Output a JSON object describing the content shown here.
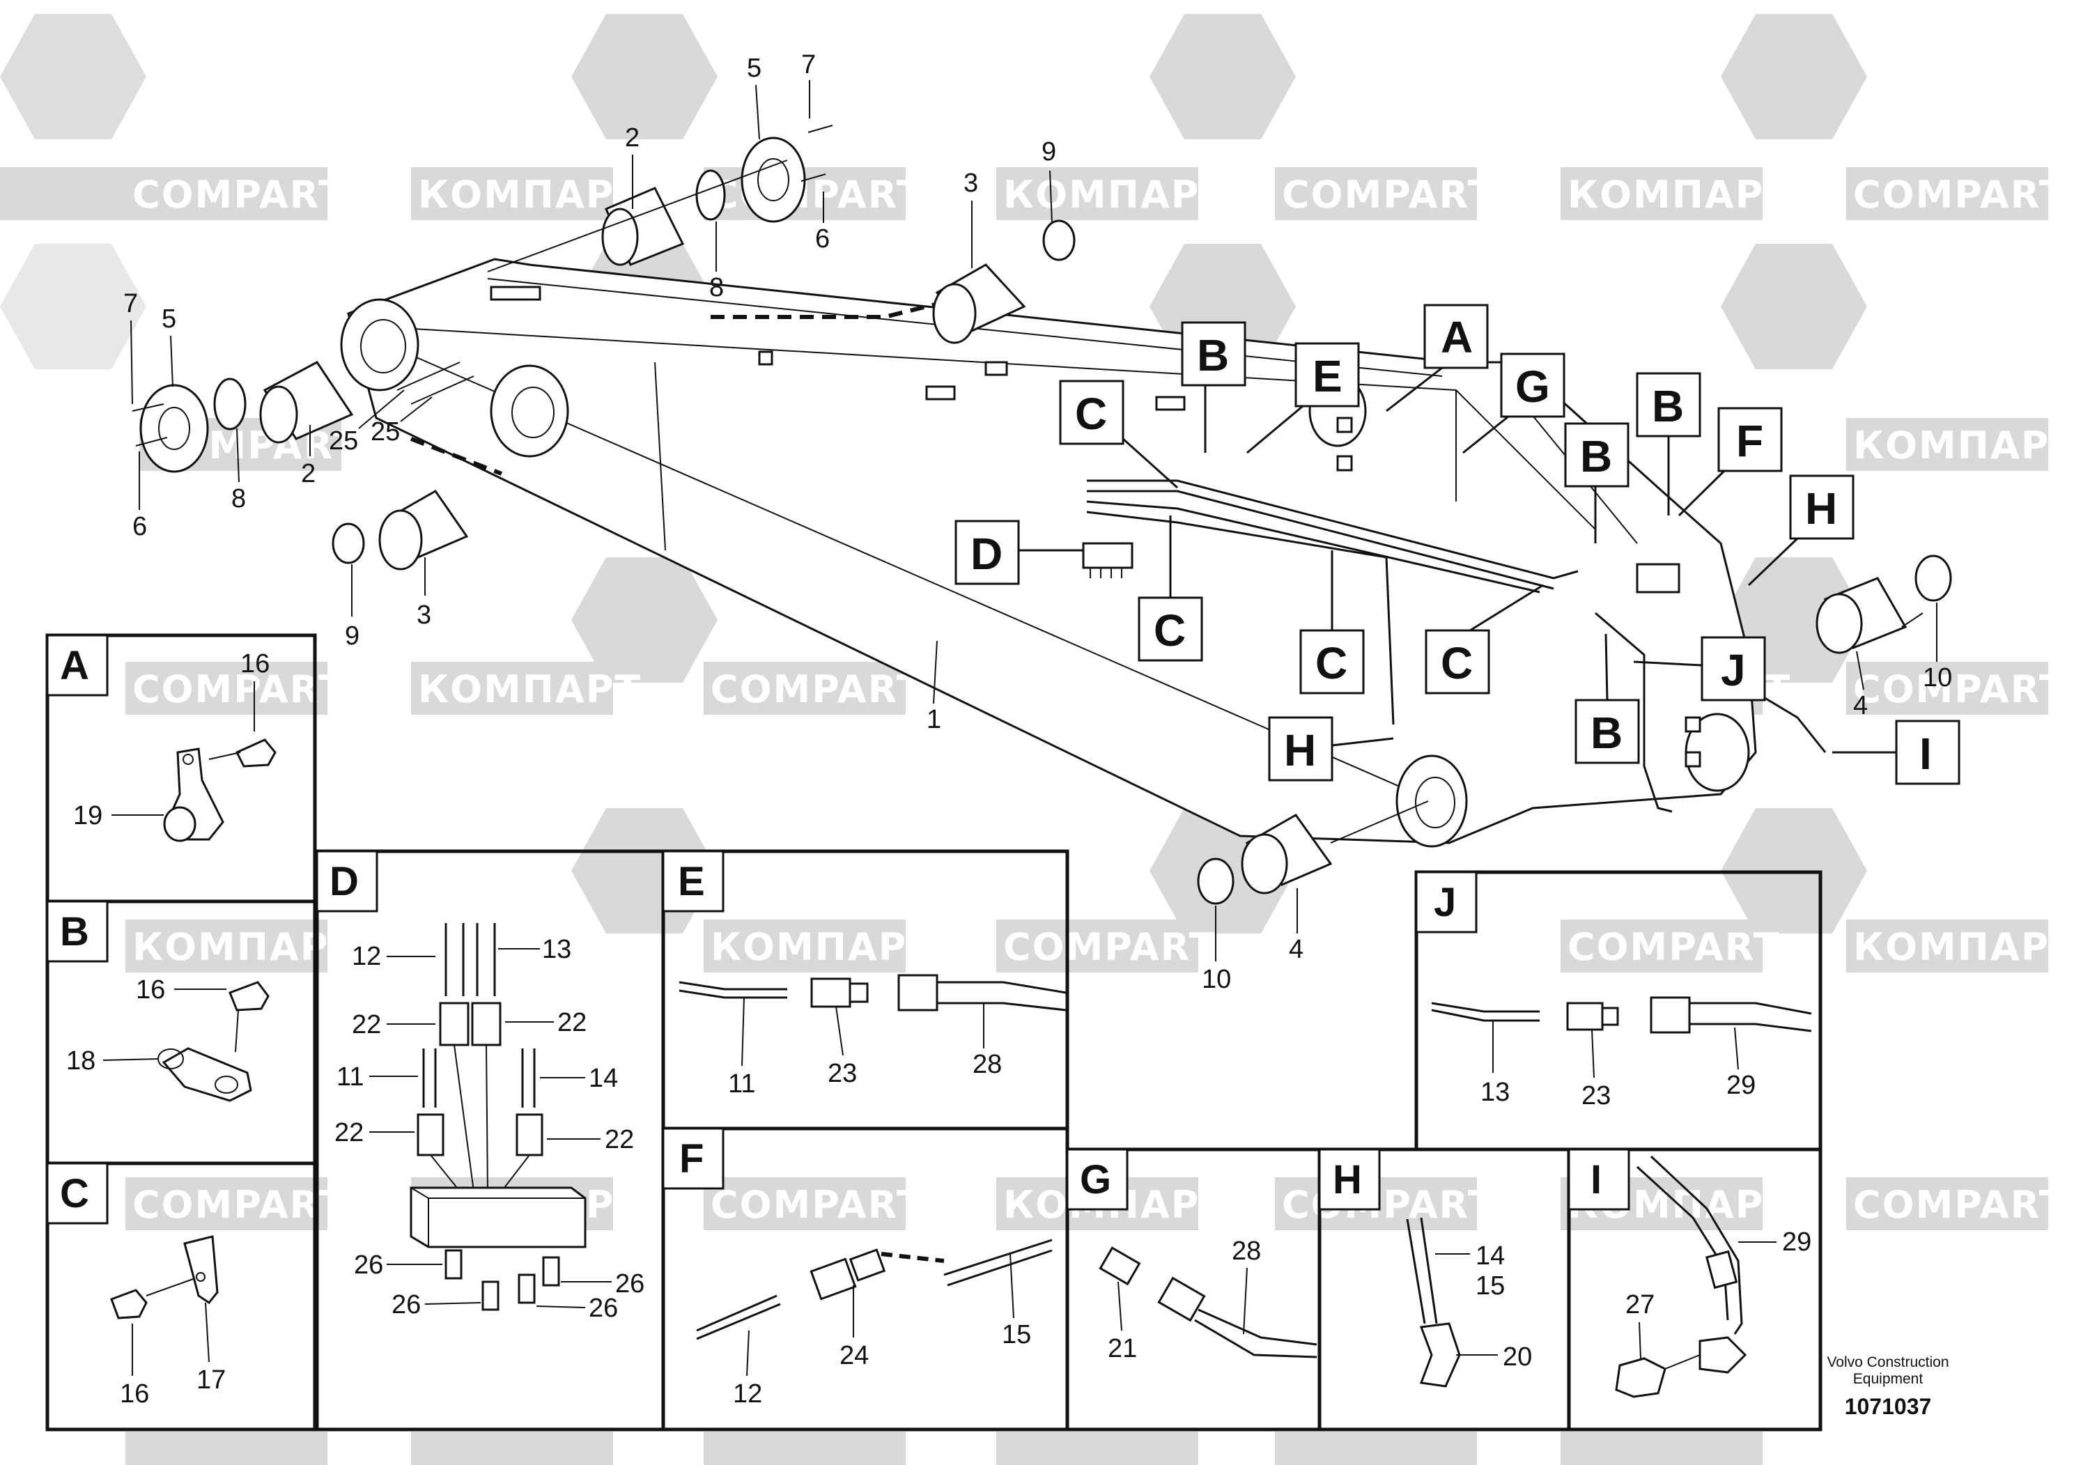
{
  "watermark": {
    "text_cyrillic": "КОМПАРТ",
    "text_latin": "COMPART",
    "color": "#d9d9d9"
  },
  "detail_labels": [
    "A",
    "B",
    "C",
    "D",
    "E",
    "F",
    "G",
    "H",
    "I",
    "J"
  ],
  "main_callouts": {
    "n1": "1",
    "n2": "2",
    "n3": "3",
    "n4": "4",
    "n5": "5",
    "n6": "6",
    "n7": "7",
    "n8": "8",
    "n9": "9",
    "n10": "10",
    "n25": "25"
  },
  "panels": {
    "A": {
      "label": "A",
      "parts": [
        "16",
        "19"
      ]
    },
    "B": {
      "label": "B",
      "parts": [
        "16",
        "18"
      ]
    },
    "C": {
      "label": "C",
      "parts": [
        "16",
        "17"
      ]
    },
    "D": {
      "label": "D",
      "parts": [
        "12",
        "13",
        "22",
        "22",
        "11",
        "14",
        "22",
        "22",
        "26",
        "26",
        "26",
        "26"
      ]
    },
    "E": {
      "label": "E",
      "parts": [
        "11",
        "23",
        "28"
      ]
    },
    "F": {
      "label": "F",
      "parts": [
        "12",
        "24",
        "15"
      ]
    },
    "G": {
      "label": "G",
      "parts": [
        "21",
        "28"
      ]
    },
    "H": {
      "label": "H",
      "parts": [
        "14",
        "15",
        "20"
      ]
    },
    "I": {
      "label": "I",
      "parts": [
        "27",
        "29"
      ]
    },
    "J": {
      "label": "J",
      "parts": [
        "13",
        "23",
        "29"
      ]
    }
  },
  "footer": {
    "brand_line1": "Volvo Construction",
    "brand_line2": "Equipment",
    "doc_number": "1071037"
  }
}
